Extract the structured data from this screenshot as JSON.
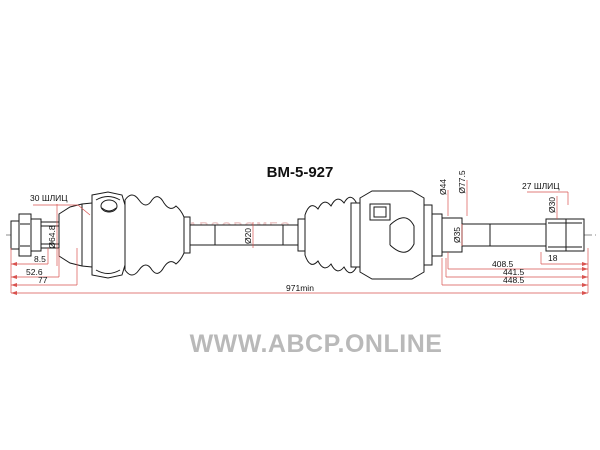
{
  "part_number": "BM-5-927",
  "website": "WWW.ABCP.ONLINE",
  "watermark": "ABSOPOMEG",
  "colors": {
    "line": "#1a1a1a",
    "dimension": "#d9534f",
    "website_text": "#b9b9b9"
  },
  "labels": {
    "left_splines": "30 ШЛИЦ",
    "right_splines": "27 ШЛИЦ"
  },
  "dimensions": {
    "d_outer_left": "Ø64.8",
    "d_shaft": "Ø20",
    "d_44": "Ø44",
    "d_77_5": "Ø77.5",
    "d_35": "Ø35",
    "d_30": "Ø30",
    "len_8_5": "8.5",
    "len_52_6": "52.6",
    "len_77": "77",
    "len_18": "18",
    "len_408_5": "408.5",
    "len_441_5": "441.5",
    "len_448_5": "448.5",
    "len_total": "971min"
  }
}
